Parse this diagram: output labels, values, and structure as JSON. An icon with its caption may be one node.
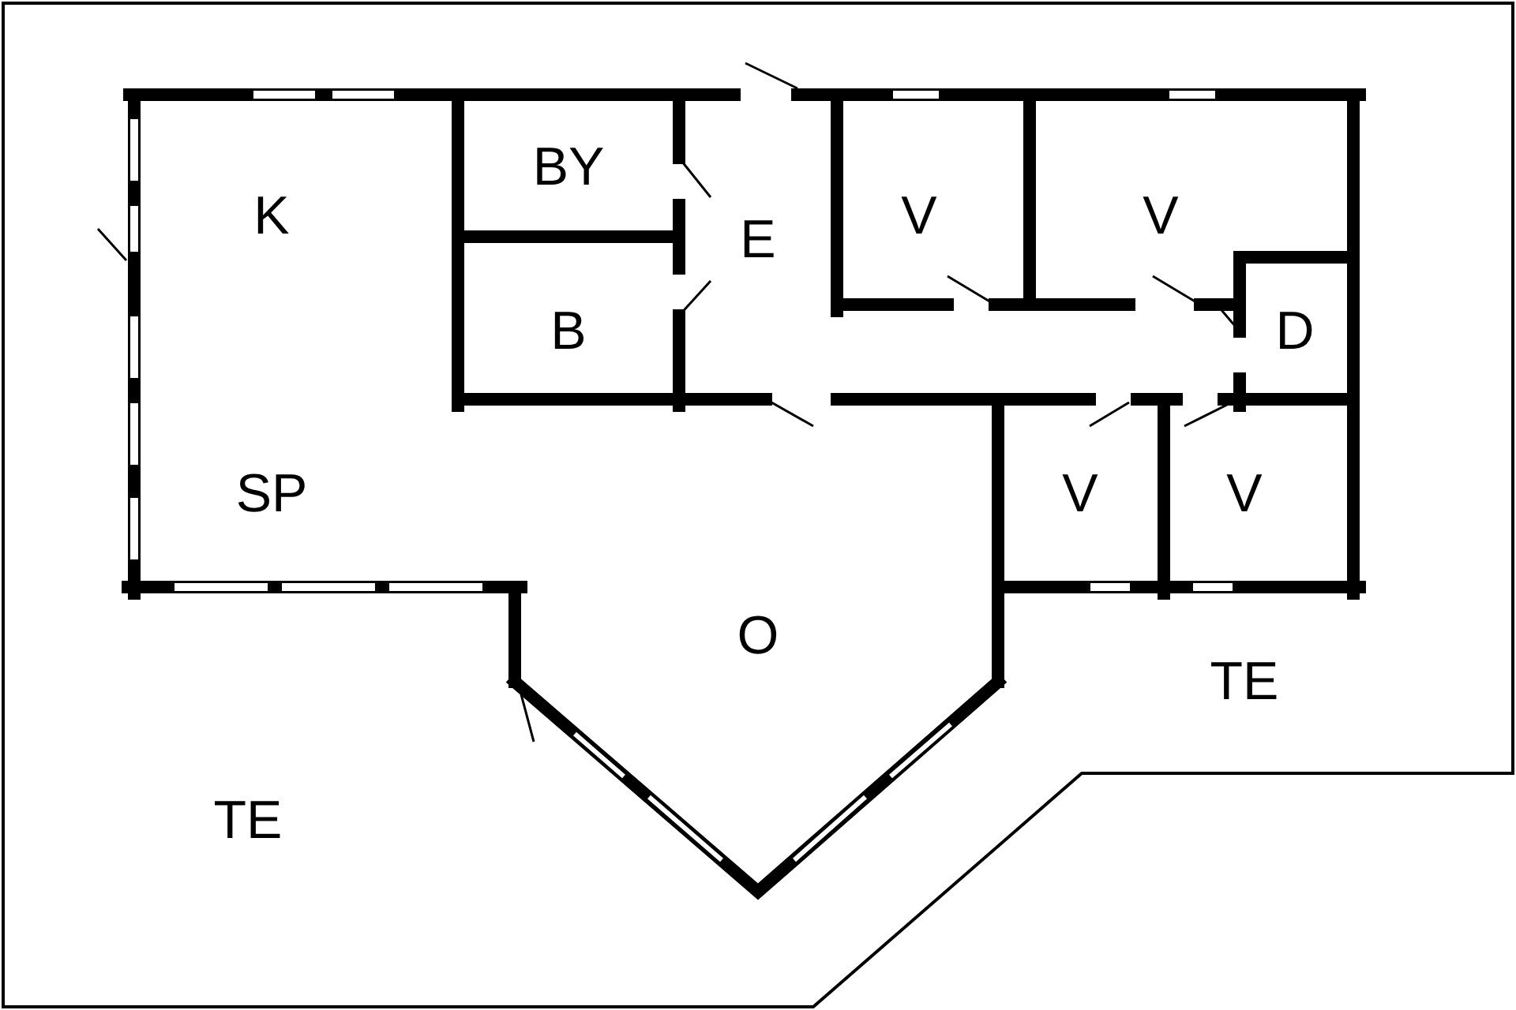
{
  "diagram": {
    "labels": [
      "K",
      "BY",
      "E",
      "V",
      "V",
      "B",
      "D",
      "SP",
      "V",
      "V",
      "O",
      "TE",
      "TE"
    ]
  }
}
